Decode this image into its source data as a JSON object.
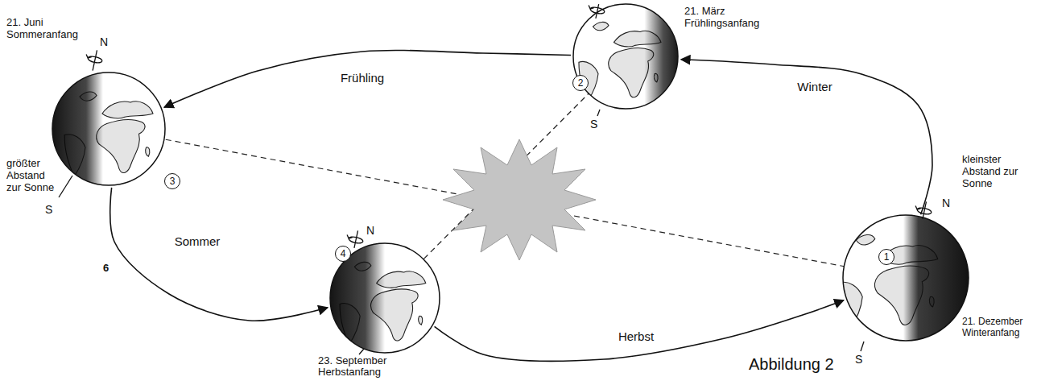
{
  "diagram": {
    "caption": "Abbildung 2",
    "nodes": [
      {
        "text": [
          "1",
          "kleinster Abstand zur Sonne",
          "21. Dezember Winteranfang"
        ]
      },
      {
        "text": [
          "2",
          "21. März Frühlingsanfang"
        ]
      },
      {
        "text": [
          "3",
          "21. Juni Sommeranfang",
          "größter Abstand zur Sonne"
        ]
      },
      {
        "text": [
          "4",
          "23. September Herbstanfang"
        ]
      }
    ],
    "edges": [
      {
        "from": 0,
        "to": 1,
        "arrow": "to",
        "label": "Winter"
      },
      {
        "from": 1,
        "to": 2,
        "arrow": "to",
        "label": "Frühling"
      },
      {
        "from": 2,
        "to": 3,
        "arrow": "to",
        "label": "Sommer"
      },
      {
        "from": 3,
        "to": 0,
        "arrow": "to",
        "label": "Herbst"
      }
    ],
    "labels": [
      "N",
      "S",
      "N",
      "S",
      "N",
      "6",
      "S"
    ]
  }
}
